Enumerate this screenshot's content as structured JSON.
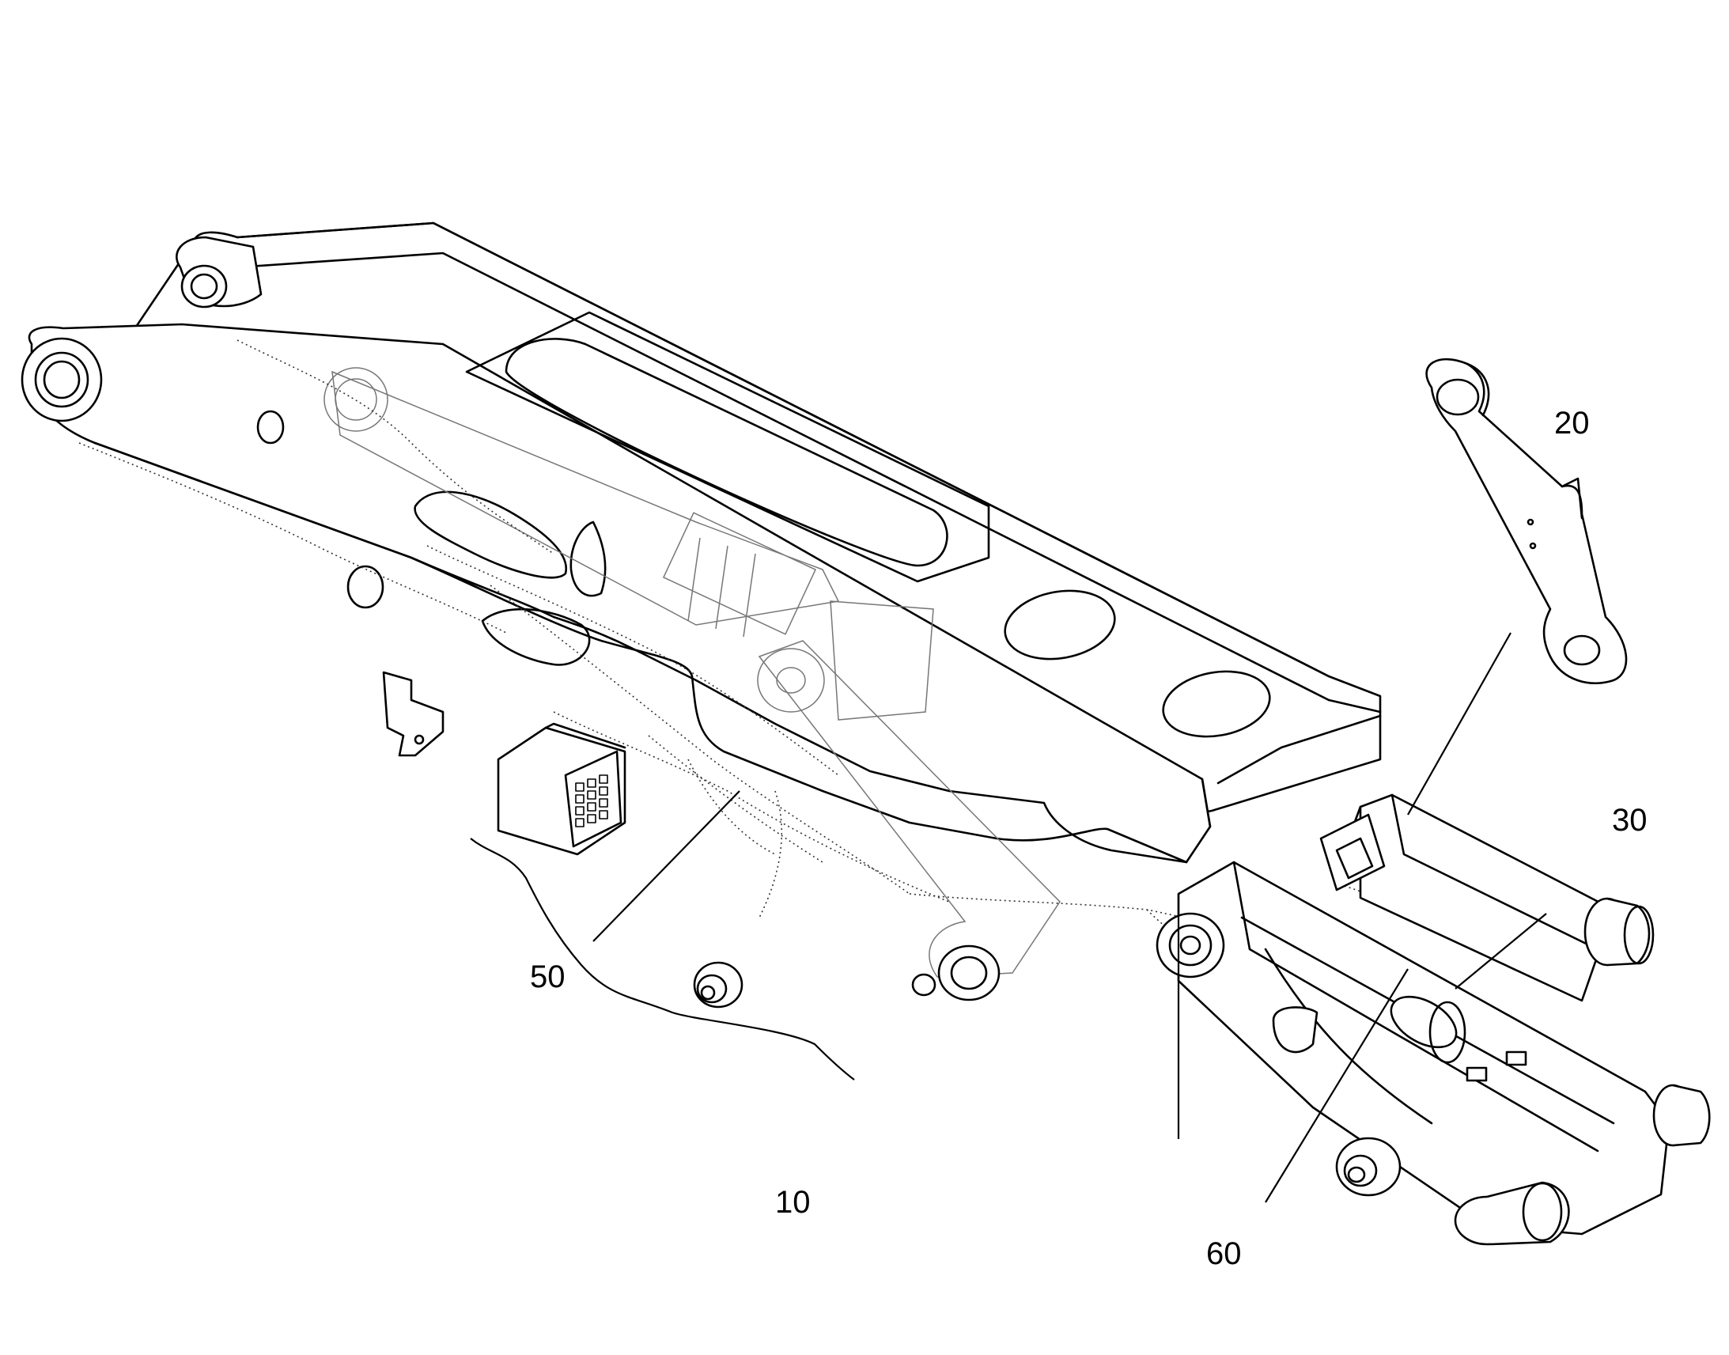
{
  "figure": {
    "reference_numerals": [
      {
        "id": "boom",
        "label": "10"
      },
      {
        "id": "link",
        "label": "20"
      },
      {
        "id": "linkage",
        "label": "30"
      },
      {
        "id": "harness",
        "label": "50"
      },
      {
        "id": "wiring",
        "label": "60"
      }
    ]
  },
  "colors": {
    "line": "#000000",
    "background": "#ffffff"
  }
}
